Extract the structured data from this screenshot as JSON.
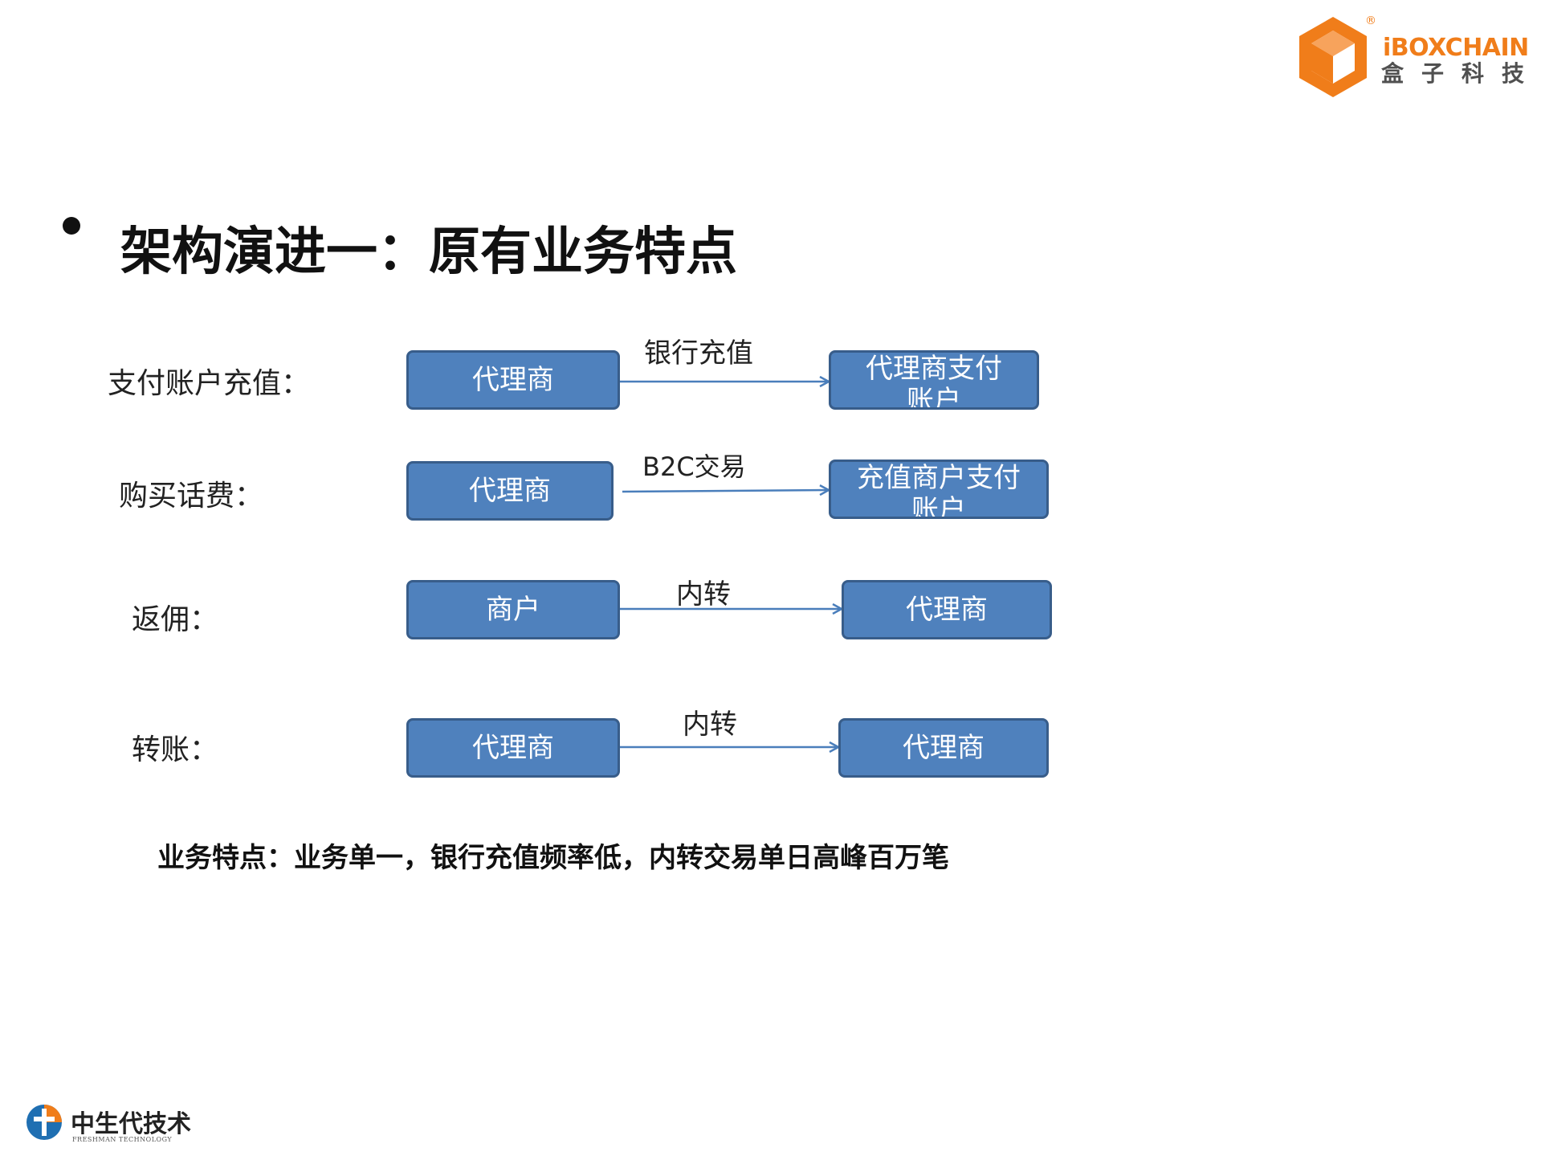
{
  "logo": {
    "brand_i": "i",
    "brand_box": "BOX",
    "brand_chain": "CHAIN",
    "registered": "®",
    "cn_name": "盒子科技",
    "color": "#f07d1a"
  },
  "title": "架构演进一：原有业务特点",
  "rows": [
    {
      "label": "支付账户充值：",
      "from": "代理商",
      "edge": "银行充值",
      "to": "代理商支付账户"
    },
    {
      "label": "购买话费：",
      "from": "代理商",
      "edge": "B2C交易",
      "to": "充值商户支付账户"
    },
    {
      "label": "返佣：",
      "from": "商户",
      "edge": "内转",
      "to": "代理商"
    },
    {
      "label": "转账：",
      "from": "代理商",
      "edge": "内转",
      "to": "代理商"
    }
  ],
  "summary": "业务特点：业务单一，银行充值频率低，内转交易单日高峰百万笔",
  "footer": {
    "name": "中生代技术",
    "sub": "FRESHMAN TECHNOLOGY"
  },
  "colors": {
    "box_fill": "#4f81bd",
    "box_border": "#385d8a",
    "arrow": "#4a7ebb"
  }
}
